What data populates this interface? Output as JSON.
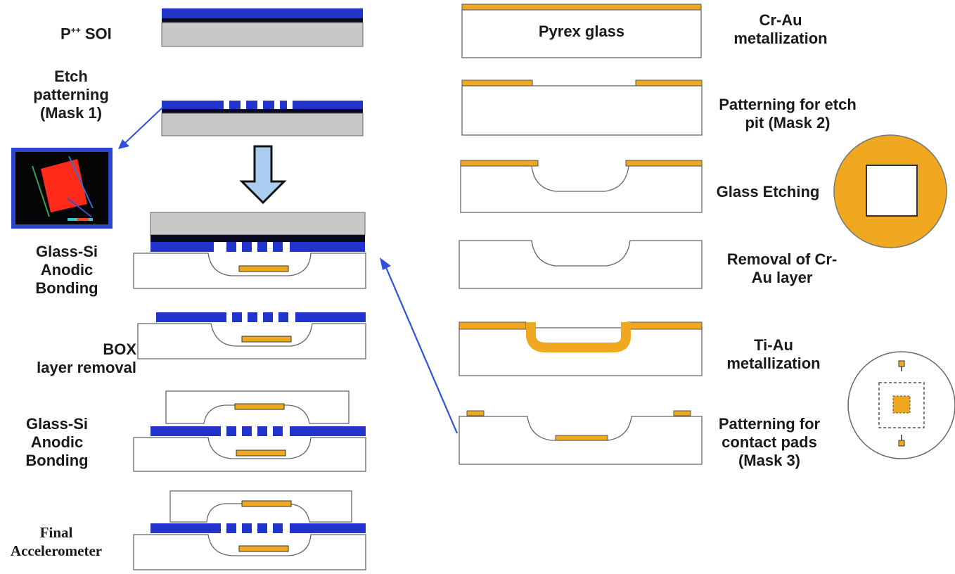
{
  "colors": {
    "silicon_blue": "#2233cc",
    "gray_substrate": "#c8c8c8",
    "gold": "#f0a820",
    "arrow_fill": "#a9cdf0",
    "outline": "#555555",
    "connector_blue": "#3050dd"
  },
  "left_steps": {
    "p_soi": {
      "prefix": "P",
      "superscript": "++",
      "suffix": " SOI"
    },
    "etch_patterning": [
      "Etch",
      "patterning",
      "(Mask 1)"
    ],
    "glass_si_bonding_1": [
      "Glass-Si",
      "Anodic",
      "Bonding"
    ],
    "box_removal": [
      "BOX",
      "layer removal"
    ],
    "glass_si_bonding_2": [
      "Glass-Si",
      "Anodic",
      "Bonding"
    ],
    "final": [
      "Final",
      "Accelerometer"
    ]
  },
  "right_steps": {
    "pyrex_glass": "Pyrex glass",
    "cr_au": [
      "Cr-Au",
      "metallization"
    ],
    "pattern_etch_pit": [
      "Patterning for etch",
      "pit (Mask 2)"
    ],
    "glass_etching": "Glass Etching",
    "removal_cr_au": [
      "Removal of Cr-",
      "Au layer"
    ],
    "ti_au": [
      "Ti-Au",
      "metallization"
    ],
    "pattern_contact": [
      "Patterning for",
      "contact pads",
      "(Mask 3)"
    ]
  },
  "icons": {
    "down_arrow": "down-arrow-icon",
    "sem_image": "mask-image-icon",
    "etched_wafer_top_view": "etched-wafer-top-view-icon",
    "contact_pad_top_view": "contact-pad-top-view-icon"
  }
}
